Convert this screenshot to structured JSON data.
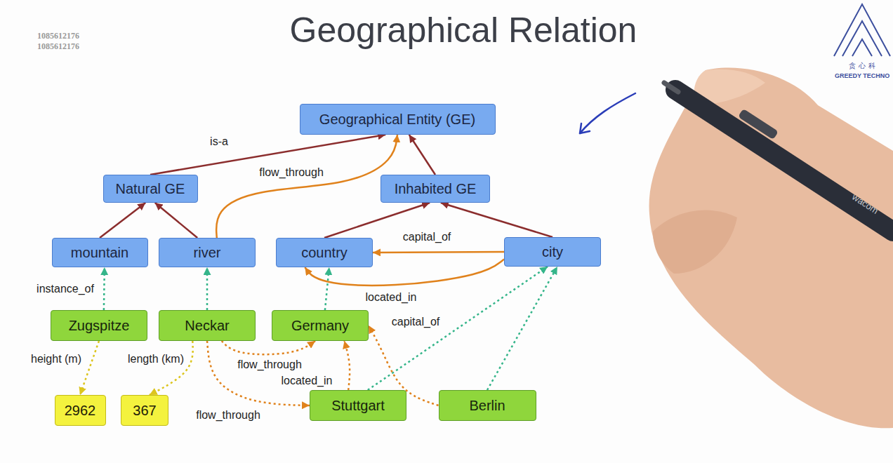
{
  "diagram": {
    "title": "Geographical Relation",
    "nodes": [
      {
        "text": [
          "Geographical Entity (GE)"
        ]
      },
      {
        "text": [
          "Natural GE"
        ]
      },
      {
        "text": [
          "Inhabited GE"
        ]
      },
      {
        "text": [
          "mountain"
        ]
      },
      {
        "text": [
          "river"
        ]
      },
      {
        "text": [
          "country"
        ]
      },
      {
        "text": [
          "city"
        ]
      },
      {
        "text": [
          "Zugspitze"
        ]
      },
      {
        "text": [
          "Neckar"
        ]
      },
      {
        "text": [
          "Germany"
        ]
      },
      {
        "text": [
          "2962"
        ]
      },
      {
        "text": [
          "367"
        ]
      },
      {
        "text": [
          "Stuttgart"
        ]
      },
      {
        "text": [
          "Berlin"
        ]
      }
    ],
    "edges": [
      {
        "from": 1,
        "to": 0,
        "label": "is-a",
        "arrow": "to"
      },
      {
        "from": 2,
        "to": 0,
        "arrow": "to"
      },
      {
        "from": 3,
        "to": 1,
        "arrow": "to"
      },
      {
        "from": 4,
        "to": 1,
        "arrow": "to"
      },
      {
        "from": 5,
        "to": 2,
        "arrow": "to"
      },
      {
        "from": 6,
        "to": 2,
        "arrow": "to"
      },
      {
        "from": 4,
        "to": 0,
        "label": "flow_through",
        "arrow": "to"
      },
      {
        "from": 6,
        "to": 5,
        "label": "capital_of",
        "arrow": "to"
      },
      {
        "from": 6,
        "to": 5,
        "label": "located_in",
        "arrow": "to"
      },
      {
        "from": 7,
        "to": 3,
        "label": "instance_of",
        "arrow": "to"
      },
      {
        "from": 8,
        "to": 4,
        "arrow": "to"
      },
      {
        "from": 9,
        "to": 5,
        "arrow": "to"
      },
      {
        "from": 12,
        "to": 6,
        "arrow": "to"
      },
      {
        "from": 13,
        "to": 6,
        "arrow": "to"
      },
      {
        "from": 7,
        "to": 10,
        "label": "height (m)",
        "arrow": "to"
      },
      {
        "from": 8,
        "to": 11,
        "label": "length (km)",
        "arrow": "to"
      },
      {
        "from": 8,
        "to": 9,
        "label": "flow_through",
        "arrow": "to"
      },
      {
        "from": 8,
        "to": 12,
        "label": "flow_through",
        "arrow": "to"
      },
      {
        "from": 12,
        "to": 9,
        "label": "located_in",
        "arrow": "to"
      },
      {
        "from": 13,
        "to": 9,
        "label": "capital_of",
        "arrow": "to"
      }
    ],
    "labels": [
      "1085612176",
      "1085612176",
      "贪心科",
      "GREEDY TECHNO",
      "wacom"
    ]
  }
}
